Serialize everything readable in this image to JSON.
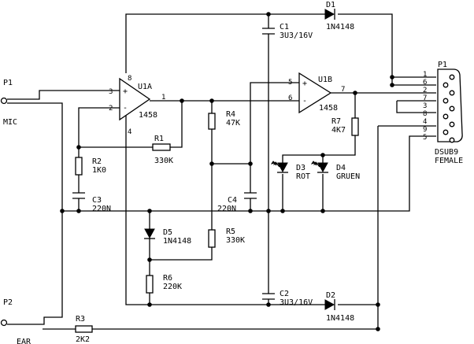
{
  "ports": {
    "p1": {
      "ref": "P1",
      "name": "MIC"
    },
    "p2": {
      "ref": "P2",
      "name": "EAR"
    }
  },
  "opamps": {
    "u1a": {
      "ref": "U1A",
      "type": "1458",
      "pin_plus": "3",
      "pin_minus": "2",
      "pin_out": "1",
      "pin_vplus": "8",
      "pin_vminus": "4"
    },
    "u1b": {
      "ref": "U1B",
      "type": "1458",
      "pin_plus": "5",
      "pin_minus": "6",
      "pin_out": "7"
    }
  },
  "resistors": {
    "r1": {
      "ref": "R1",
      "value": "330K"
    },
    "r2": {
      "ref": "R2",
      "value": "1K0"
    },
    "r3": {
      "ref": "R3",
      "value": "2K2"
    },
    "r4": {
      "ref": "R4",
      "value": "47K"
    },
    "r5": {
      "ref": "R5",
      "value": "330K"
    },
    "r6": {
      "ref": "R6",
      "value": "220K"
    },
    "r7": {
      "ref": "R7",
      "value": "4K7"
    }
  },
  "capacitors": {
    "c1": {
      "ref": "C1",
      "value": "3U3/16V"
    },
    "c2": {
      "ref": "C2",
      "value": "3U3/16V"
    },
    "c3": {
      "ref": "C3",
      "value": "220N"
    },
    "c4": {
      "ref": "C4",
      "value": "220N"
    }
  },
  "diodes": {
    "d1": {
      "ref": "D1",
      "value": "1N4148"
    },
    "d2": {
      "ref": "D2",
      "value": "1N4148"
    },
    "d3": {
      "ref": "D3",
      "value": "ROT"
    },
    "d4": {
      "ref": "D4",
      "value": "GRUEN"
    },
    "d5": {
      "ref": "D5",
      "value": "1N4148"
    }
  },
  "connector": {
    "ref": "P1",
    "type": "DSUB9",
    "gender": "FEMALE",
    "pins": [
      "1",
      "6",
      "2",
      "7",
      "3",
      "8",
      "4",
      "9",
      "5"
    ]
  }
}
